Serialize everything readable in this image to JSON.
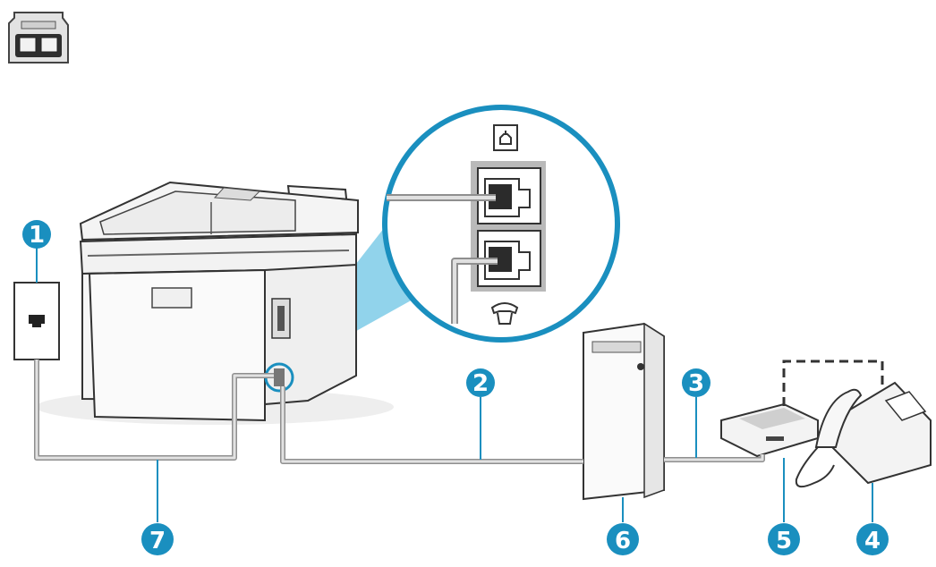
{
  "colors": {
    "callout": "#1a8fbf",
    "callout_text": "#ffffff",
    "zoom_ring": "#1a8fbf",
    "beam": "#7ecbe8",
    "cable": "#c9c9c9",
    "outline": "#333333"
  },
  "callouts": [
    {
      "id": "wall-jack",
      "label": "1"
    },
    {
      "id": "phone-cord-printer-to-computer",
      "label": "2"
    },
    {
      "id": "phone-cord-computer-to-answering-machine",
      "label": "3"
    },
    {
      "id": "telephone",
      "label": "4"
    },
    {
      "id": "answering-machine",
      "label": "5"
    },
    {
      "id": "computer-modem",
      "label": "6"
    },
    {
      "id": "phone-cord-wall-to-printer",
      "label": "7"
    }
  ],
  "icons": {
    "splitter": "parallel-splitter-icon",
    "fax_port": "fax-line-port-icon",
    "phone_port": "telephone-handset-port-icon"
  }
}
